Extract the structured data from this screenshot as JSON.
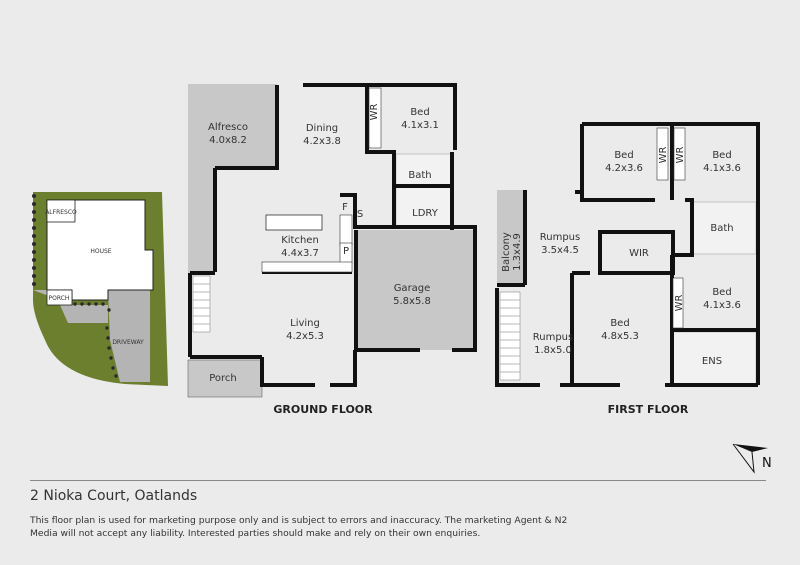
{
  "site_plan": {
    "alfresco": "ALFRESCO",
    "house": "HOUSE",
    "porch": "PORCH",
    "driveway": "DRIVEWAY"
  },
  "ground_floor": {
    "title": "GROUND FLOOR",
    "rooms": [
      {
        "name": "Alfresco",
        "size": "4.0x8.2"
      },
      {
        "name": "Dining",
        "size": "4.2x3.8"
      },
      {
        "name": "Bed",
        "size": "4.1x3.1"
      },
      {
        "name": "Kitchen",
        "size": "4.4x3.7"
      },
      {
        "name": "Garage",
        "size": "5.8x5.8"
      },
      {
        "name": "Living",
        "size": "4.2x5.3"
      }
    ],
    "small": {
      "wr": "WR",
      "bath": "Bath",
      "ldry": "LDRY",
      "f": "F",
      "s": "S",
      "p": "P",
      "porch": "Porch"
    }
  },
  "first_floor": {
    "title": "FIRST FLOOR",
    "rooms": [
      {
        "name": "Bed",
        "size": "4.2x3.6"
      },
      {
        "name": "Bed",
        "size": "4.1x3.6"
      },
      {
        "name": "Rumpus",
        "size": "3.5x4.5"
      },
      {
        "name": "Balcony",
        "size": "1.3x4.9"
      },
      {
        "name": "Bed",
        "size": "4.1x3.6"
      },
      {
        "name": "Bed",
        "size": "4.8x5.3"
      },
      {
        "name": "Rumpus",
        "size": "1.8x5.0"
      }
    ],
    "small": {
      "wr": "WR",
      "wir": "WIR",
      "bath": "Bath",
      "ens": "ENS"
    }
  },
  "compass": "N",
  "footer": {
    "address": "2 Nioka Court, Oatlands",
    "disclaimer": "This floor plan is used for marketing purpose only and is subject to errors and inaccuracy. The marketing Agent & N2 Media will not accept any liability. Interested parties should make and rely on their own enquiries."
  },
  "colors": {
    "background": "#ebebeb",
    "wall": "#111111",
    "outdoor": "#c8c8c8",
    "grass": "#6b7f2e",
    "driveway": "#b4b4b4"
  }
}
